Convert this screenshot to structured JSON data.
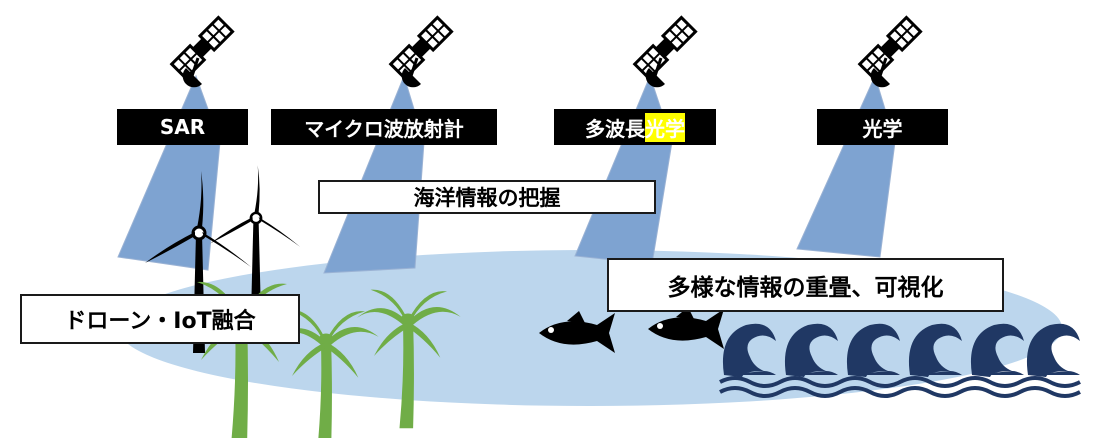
{
  "sensors": [
    {
      "label": "SAR",
      "icon": "satellite-icon"
    },
    {
      "label": "マイクロ波放射計",
      "icon": "satellite-icon"
    },
    {
      "label_prefix": "多波長",
      "label_highlight": "光学",
      "icon": "satellite-icon"
    },
    {
      "label": "光学",
      "icon": "satellite-icon"
    }
  ],
  "callouts": {
    "ocean_info": "海洋情報の把握",
    "overlay": "多様な情報の重畳、可視化",
    "drone": "ドローン・IoT融合"
  },
  "icons": [
    "satellite-icon",
    "wind-turbine-icon",
    "palm-tree-icon",
    "fish-icon",
    "wave-icon"
  ],
  "colors": {
    "beam": "#7ea3d1",
    "ocean": "#bcd6ed",
    "palm": "#70ad47",
    "wave": "#203864",
    "highlight": "#ffff00",
    "label_bg": "#000000"
  }
}
